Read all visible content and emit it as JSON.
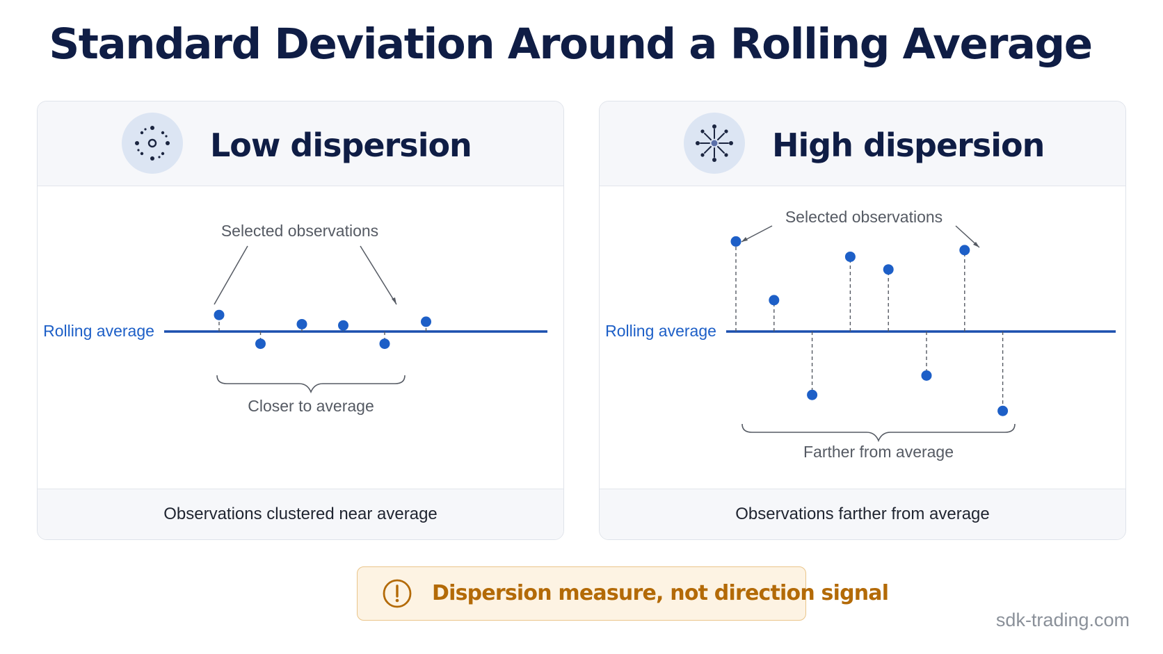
{
  "title": "Standard Deviation Around a Rolling Average",
  "colors": {
    "title": "#0f1d45",
    "accent_blue": "#1d5fc7",
    "line_blue": "#1b4fae",
    "annotation_gray": "#555a63",
    "warning_text": "#b36a07",
    "warning_border": "#eac58a",
    "warning_bg": "#fdf3e3"
  },
  "panels": [
    {
      "title": "Low dispersion",
      "icon": "clustered-dots-icon",
      "baseline_label": "Rolling average",
      "callout_label": "Selected observations",
      "brace_label": "Closer to average",
      "footer": "Observations clustered near average",
      "observations": [
        {
          "deviation": 0.27
        },
        {
          "deviation": -0.2
        },
        {
          "deviation": 0.12
        },
        {
          "deviation": 0.1
        },
        {
          "deviation": -0.2
        },
        {
          "deviation": 0.16
        }
      ]
    },
    {
      "title": "High dispersion",
      "icon": "scattered-dots-icon",
      "baseline_label": "Rolling average",
      "callout_label": "Selected observations",
      "brace_label": "Farther from average",
      "footer": "Observations farther from average",
      "observations": [
        {
          "deviation": 1.35
        },
        {
          "deviation": 0.47
        },
        {
          "deviation": -0.95
        },
        {
          "deviation": 1.12
        },
        {
          "deviation": 0.93
        },
        {
          "deviation": -0.66
        },
        {
          "deviation": 1.22
        },
        {
          "deviation": -1.19
        }
      ]
    }
  ],
  "warning": {
    "icon": "exclamation-icon",
    "text": "Dispersion measure, not direction signal"
  },
  "watermark": "sdk-trading.com"
}
